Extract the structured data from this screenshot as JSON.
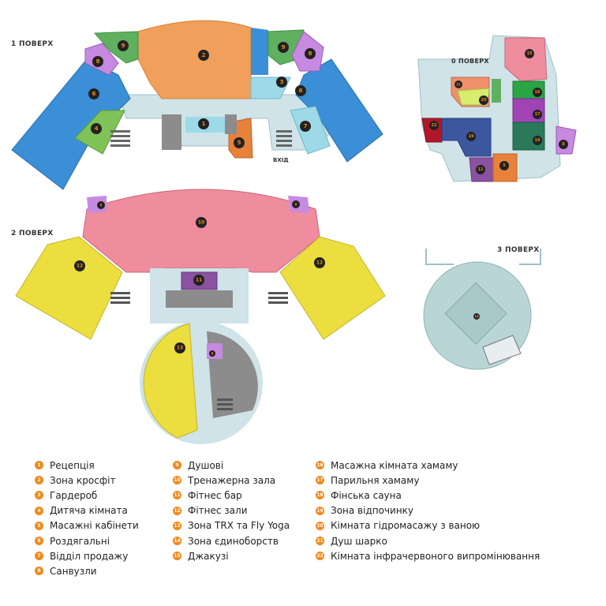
{
  "floors": {
    "floor1": "1 ПОВЕРХ",
    "floor0": "0 ПОВЕРХ",
    "floor2": "2 ПОВЕРХ",
    "floor3": "3 ПОВЕРХ"
  },
  "entrance_label": "ВХІД",
  "colors": {
    "badge": "#f08a1c",
    "corridor": "#cfe3e8",
    "blue": "#3a8fd6",
    "orange": "#f0a05a",
    "green": "#5fb15f",
    "purple": "#c68ae0",
    "pink": "#ef8d9e",
    "yellow": "#ecde3e",
    "gray": "#8c8c8c"
  },
  "legend": [
    {
      "num": "1",
      "label": "Рецепція"
    },
    {
      "num": "2",
      "label": "Зона кросфіт"
    },
    {
      "num": "3",
      "label": "Гардероб"
    },
    {
      "num": "4",
      "label": "Дитяча кімната"
    },
    {
      "num": "5",
      "label": "Масажні кабінети"
    },
    {
      "num": "6",
      "label": "Роздягальні"
    },
    {
      "num": "7",
      "label": "Відділ продажу"
    },
    {
      "num": "8",
      "label": "Санвузли"
    },
    {
      "num": "9",
      "label": "Душові"
    },
    {
      "num": "10",
      "label": "Тренажерна зала"
    },
    {
      "num": "11",
      "label": "Фітнес бар"
    },
    {
      "num": "12",
      "label": "Фітнес зали"
    },
    {
      "num": "13",
      "label": "Зона TRX та Fly Yoga"
    },
    {
      "num": "14",
      "label": "Зона єдиноборств"
    },
    {
      "num": "15",
      "label": "Джакузі"
    },
    {
      "num": "16",
      "label": "Масажна кімната хамаму"
    },
    {
      "num": "17",
      "label": "Парильня хамаму"
    },
    {
      "num": "18",
      "label": "Фінська сауна"
    },
    {
      "num": "19",
      "label": "Зона відпочинку"
    },
    {
      "num": "20",
      "label": "Кімната гідромасажу з ваною"
    },
    {
      "num": "21",
      "label": "Душ шарко"
    },
    {
      "num": "22",
      "label": "Кімната інфрачервоного випромінювання"
    }
  ],
  "markers": [
    "1",
    "2",
    "3",
    "4",
    "5",
    "6",
    "6",
    "7",
    "8",
    "8",
    "9",
    "9",
    "10",
    "11",
    "12",
    "12",
    "13",
    "14",
    "15",
    "16",
    "17",
    "18",
    "19",
    "20",
    "21",
    "22",
    "5",
    "8",
    "8",
    "8",
    "11",
    "8"
  ]
}
